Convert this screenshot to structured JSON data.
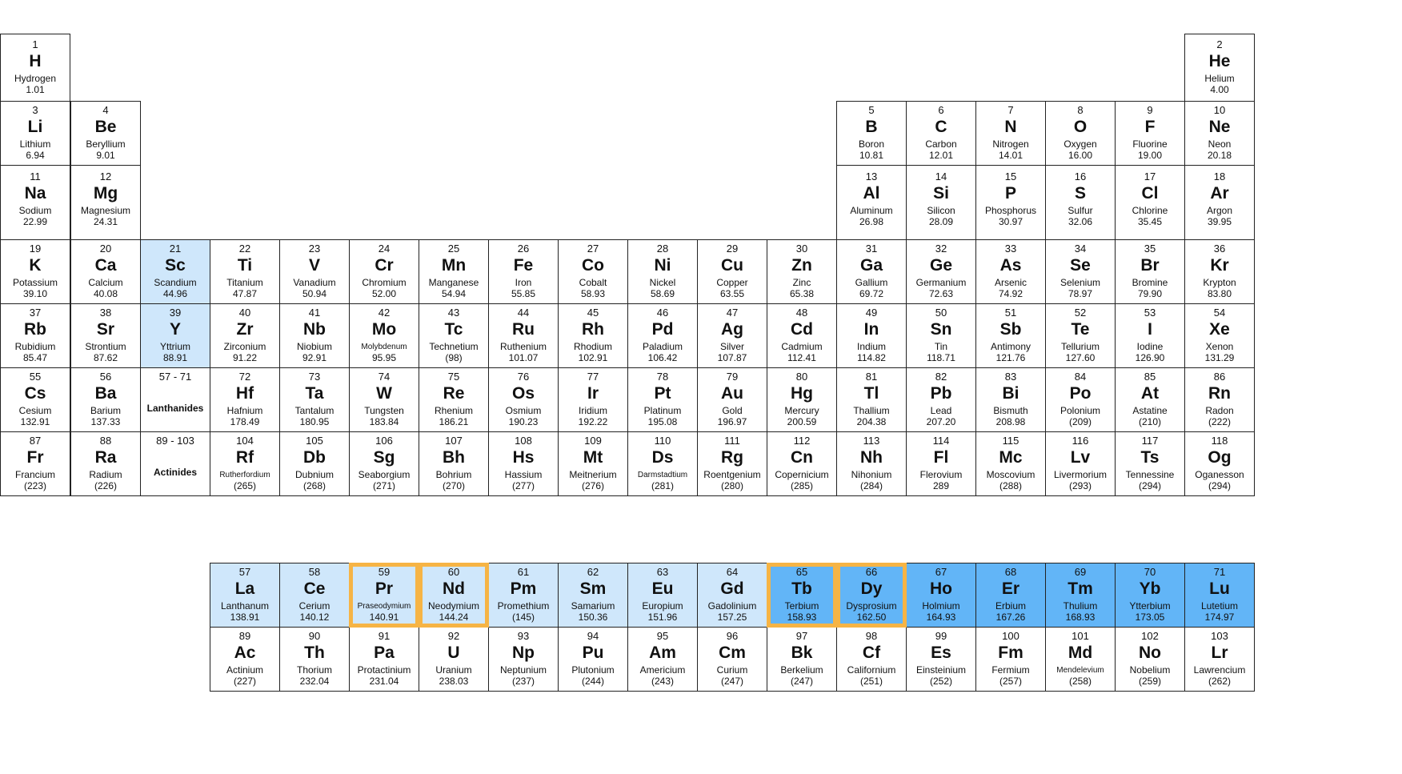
{
  "colors": {
    "light_blue": "#cfe7fb",
    "blue": "#62b5f7",
    "highlight_border": "#f6b445"
  },
  "elements": [
    {
      "n": "1",
      "s": "H",
      "name": "Hydrogen",
      "m": "1.01",
      "row": 1,
      "col": 1
    },
    {
      "n": "2",
      "s": "He",
      "name": "Helium",
      "m": "4.00",
      "row": 1,
      "col": 18
    },
    {
      "n": "3",
      "s": "Li",
      "name": "Lithium",
      "m": "6.94",
      "row": 2,
      "col": 1
    },
    {
      "n": "4",
      "s": "Be",
      "name": "Beryllium",
      "m": "9.01",
      "row": 2,
      "col": 2
    },
    {
      "n": "5",
      "s": "B",
      "name": "Boron",
      "m": "10.81",
      "row": 2,
      "col": 13
    },
    {
      "n": "6",
      "s": "C",
      "name": "Carbon",
      "m": "12.01",
      "row": 2,
      "col": 14
    },
    {
      "n": "7",
      "s": "N",
      "name": "Nitrogen",
      "m": "14.01",
      "row": 2,
      "col": 15
    },
    {
      "n": "8",
      "s": "O",
      "name": "Oxygen",
      "m": "16.00",
      "row": 2,
      "col": 16
    },
    {
      "n": "9",
      "s": "F",
      "name": "Fluorine",
      "m": "19.00",
      "row": 2,
      "col": 17
    },
    {
      "n": "10",
      "s": "Ne",
      "name": "Neon",
      "m": "20.18",
      "row": 2,
      "col": 18
    },
    {
      "n": "11",
      "s": "Na",
      "name": "Sodium",
      "m": "22.99",
      "row": 3,
      "col": 1
    },
    {
      "n": "12",
      "s": "Mg",
      "name": "Magnesium",
      "m": "24.31",
      "row": 3,
      "col": 2
    },
    {
      "n": "13",
      "s": "Al",
      "name": "Aluminum",
      "m": "26.98",
      "row": 3,
      "col": 13
    },
    {
      "n": "14",
      "s": "Si",
      "name": "Silicon",
      "m": "28.09",
      "row": 3,
      "col": 14
    },
    {
      "n": "15",
      "s": "P",
      "name": "Phosphorus",
      "m": "30.97",
      "row": 3,
      "col": 15
    },
    {
      "n": "16",
      "s": "S",
      "name": "Sulfur",
      "m": "32.06",
      "row": 3,
      "col": 16
    },
    {
      "n": "17",
      "s": "Cl",
      "name": "Chlorine",
      "m": "35.45",
      "row": 3,
      "col": 17
    },
    {
      "n": "18",
      "s": "Ar",
      "name": "Argon",
      "m": "39.95",
      "row": 3,
      "col": 18
    },
    {
      "n": "19",
      "s": "K",
      "name": "Potassium",
      "m": "39.10",
      "row": 4,
      "col": 1
    },
    {
      "n": "20",
      "s": "Ca",
      "name": "Calcium",
      "m": "40.08",
      "row": 4,
      "col": 2
    },
    {
      "n": "21",
      "s": "Sc",
      "name": "Scandium",
      "m": "44.96",
      "row": 4,
      "col": 3,
      "fill": "light"
    },
    {
      "n": "22",
      "s": "Ti",
      "name": "Titanium",
      "m": "47.87",
      "row": 4,
      "col": 4
    },
    {
      "n": "23",
      "s": "V",
      "name": "Vanadium",
      "m": "50.94",
      "row": 4,
      "col": 5
    },
    {
      "n": "24",
      "s": "Cr",
      "name": "Chromium",
      "m": "52.00",
      "row": 4,
      "col": 6
    },
    {
      "n": "25",
      "s": "Mn",
      "name": "Manganese",
      "m": "54.94",
      "row": 4,
      "col": 7
    },
    {
      "n": "26",
      "s": "Fe",
      "name": "Iron",
      "m": "55.85",
      "row": 4,
      "col": 8
    },
    {
      "n": "27",
      "s": "Co",
      "name": "Cobalt",
      "m": "58.93",
      "row": 4,
      "col": 9
    },
    {
      "n": "28",
      "s": "Ni",
      "name": "Nickel",
      "m": "58.69",
      "row": 4,
      "col": 10
    },
    {
      "n": "29",
      "s": "Cu",
      "name": "Copper",
      "m": "63.55",
      "row": 4,
      "col": 11
    },
    {
      "n": "30",
      "s": "Zn",
      "name": "Zinc",
      "m": "65.38",
      "row": 4,
      "col": 12
    },
    {
      "n": "31",
      "s": "Ga",
      "name": "Gallium",
      "m": "69.72",
      "row": 4,
      "col": 13
    },
    {
      "n": "32",
      "s": "Ge",
      "name": "Germanium",
      "m": "72.63",
      "row": 4,
      "col": 14
    },
    {
      "n": "33",
      "s": "As",
      "name": "Arsenic",
      "m": "74.92",
      "row": 4,
      "col": 15
    },
    {
      "n": "34",
      "s": "Se",
      "name": "Selenium",
      "m": "78.97",
      "row": 4,
      "col": 16
    },
    {
      "n": "35",
      "s": "Br",
      "name": "Bromine",
      "m": "79.90",
      "row": 4,
      "col": 17
    },
    {
      "n": "36",
      "s": "Kr",
      "name": "Krypton",
      "m": "83.80",
      "row": 4,
      "col": 18
    },
    {
      "n": "37",
      "s": "Rb",
      "name": "Rubidium",
      "m": "85.47",
      "row": 5,
      "col": 1
    },
    {
      "n": "38",
      "s": "Sr",
      "name": "Strontium",
      "m": "87.62",
      "row": 5,
      "col": 2
    },
    {
      "n": "39",
      "s": "Y",
      "name": "Yttrium",
      "m": "88.91",
      "row": 5,
      "col": 3,
      "fill": "light"
    },
    {
      "n": "40",
      "s": "Zr",
      "name": "Zirconium",
      "m": "91.22",
      "row": 5,
      "col": 4
    },
    {
      "n": "41",
      "s": "Nb",
      "name": "Niobium",
      "m": "92.91",
      "row": 5,
      "col": 5
    },
    {
      "n": "42",
      "s": "Mo",
      "name": "Molybdenum",
      "m": "95.95",
      "row": 5,
      "col": 6,
      "small": true
    },
    {
      "n": "43",
      "s": "Tc",
      "name": "Technetium",
      "m": "(98)",
      "row": 5,
      "col": 7
    },
    {
      "n": "44",
      "s": "Ru",
      "name": "Ruthenium",
      "m": "101.07",
      "row": 5,
      "col": 8
    },
    {
      "n": "45",
      "s": "Rh",
      "name": "Rhodium",
      "m": "102.91",
      "row": 5,
      "col": 9
    },
    {
      "n": "46",
      "s": "Pd",
      "name": "Paladium",
      "m": "106.42",
      "row": 5,
      "col": 10
    },
    {
      "n": "47",
      "s": "Ag",
      "name": "Silver",
      "m": "107.87",
      "row": 5,
      "col": 11
    },
    {
      "n": "48",
      "s": "Cd",
      "name": "Cadmium",
      "m": "112.41",
      "row": 5,
      "col": 12
    },
    {
      "n": "49",
      "s": "In",
      "name": "Indium",
      "m": "114.82",
      "row": 5,
      "col": 13
    },
    {
      "n": "50",
      "s": "Sn",
      "name": "Tin",
      "m": "118.71",
      "row": 5,
      "col": 14
    },
    {
      "n": "51",
      "s": "Sb",
      "name": "Antimony",
      "m": "121.76",
      "row": 5,
      "col": 15
    },
    {
      "n": "52",
      "s": "Te",
      "name": "Tellurium",
      "m": "127.60",
      "row": 5,
      "col": 16
    },
    {
      "n": "53",
      "s": "I",
      "name": "Iodine",
      "m": "126.90",
      "row": 5,
      "col": 17
    },
    {
      "n": "54",
      "s": "Xe",
      "name": "Xenon",
      "m": "131.29",
      "row": 5,
      "col": 18
    },
    {
      "n": "55",
      "s": "Cs",
      "name": "Cesium",
      "m": "132.91",
      "row": 6,
      "col": 1
    },
    {
      "n": "56",
      "s": "Ba",
      "name": "Barium",
      "m": "137.33",
      "row": 6,
      "col": 2
    },
    {
      "n": "72",
      "s": "Hf",
      "name": "Hafnium",
      "m": "178.49",
      "row": 6,
      "col": 4
    },
    {
      "n": "73",
      "s": "Ta",
      "name": "Tantalum",
      "m": "180.95",
      "row": 6,
      "col": 5
    },
    {
      "n": "74",
      "s": "W",
      "name": "Tungsten",
      "m": "183.84",
      "row": 6,
      "col": 6
    },
    {
      "n": "75",
      "s": "Re",
      "name": "Rhenium",
      "m": "186.21",
      "row": 6,
      "col": 7
    },
    {
      "n": "76",
      "s": "Os",
      "name": "Osmium",
      "m": "190.23",
      "row": 6,
      "col": 8
    },
    {
      "n": "77",
      "s": "Ir",
      "name": "Iridium",
      "m": "192.22",
      "row": 6,
      "col": 9
    },
    {
      "n": "78",
      "s": "Pt",
      "name": "Platinum",
      "m": "195.08",
      "row": 6,
      "col": 10
    },
    {
      "n": "79",
      "s": "Au",
      "name": "Gold",
      "m": "196.97",
      "row": 6,
      "col": 11
    },
    {
      "n": "80",
      "s": "Hg",
      "name": "Mercury",
      "m": "200.59",
      "row": 6,
      "col": 12
    },
    {
      "n": "81",
      "s": "Tl",
      "name": "Thallium",
      "m": "204.38",
      "row": 6,
      "col": 13
    },
    {
      "n": "82",
      "s": "Pb",
      "name": "Lead",
      "m": "207.20",
      "row": 6,
      "col": 14
    },
    {
      "n": "83",
      "s": "Bi",
      "name": "Bismuth",
      "m": "208.98",
      "row": 6,
      "col": 15
    },
    {
      "n": "84",
      "s": "Po",
      "name": "Polonium",
      "m": "(209)",
      "row": 6,
      "col": 16
    },
    {
      "n": "85",
      "s": "At",
      "name": "Astatine",
      "m": "(210)",
      "row": 6,
      "col": 17
    },
    {
      "n": "86",
      "s": "Rn",
      "name": "Radon",
      "m": "(222)",
      "row": 6,
      "col": 18
    },
    {
      "n": "87",
      "s": "Fr",
      "name": "Francium",
      "m": "(223)",
      "row": 7,
      "col": 1
    },
    {
      "n": "88",
      "s": "Ra",
      "name": "Radium",
      "m": "(226)",
      "row": 7,
      "col": 2
    },
    {
      "n": "104",
      "s": "Rf",
      "name": "Rutherfordium",
      "m": "(265)",
      "row": 7,
      "col": 4,
      "small": true
    },
    {
      "n": "105",
      "s": "Db",
      "name": "Dubnium",
      "m": "(268)",
      "row": 7,
      "col": 5
    },
    {
      "n": "106",
      "s": "Sg",
      "name": "Seaborgium",
      "m": "(271)",
      "row": 7,
      "col": 6
    },
    {
      "n": "107",
      "s": "Bh",
      "name": "Bohrium",
      "m": "(270)",
      "row": 7,
      "col": 7
    },
    {
      "n": "108",
      "s": "Hs",
      "name": "Hassium",
      "m": "(277)",
      "row": 7,
      "col": 8
    },
    {
      "n": "109",
      "s": "Mt",
      "name": "Meitnerium",
      "m": "(276)",
      "row": 7,
      "col": 9
    },
    {
      "n": "110",
      "s": "Ds",
      "name": "Darmstadtium",
      "m": "(281)",
      "row": 7,
      "col": 10,
      "small": true
    },
    {
      "n": "111",
      "s": "Rg",
      "name": "Roentgenium",
      "m": "(280)",
      "row": 7,
      "col": 11
    },
    {
      "n": "112",
      "s": "Cn",
      "name": "Copernicium",
      "m": "(285)",
      "row": 7,
      "col": 12
    },
    {
      "n": "113",
      "s": "Nh",
      "name": "Nihonium",
      "m": "(284)",
      "row": 7,
      "col": 13
    },
    {
      "n": "114",
      "s": "Fl",
      "name": "Flerovium",
      "m": "289",
      "row": 7,
      "col": 14
    },
    {
      "n": "115",
      "s": "Mc",
      "name": "Moscovium",
      "m": "(288)",
      "row": 7,
      "col": 15
    },
    {
      "n": "116",
      "s": "Lv",
      "name": "Livermorium",
      "m": "(293)",
      "row": 7,
      "col": 16
    },
    {
      "n": "117",
      "s": "Ts",
      "name": "Tennessine",
      "m": "(294)",
      "row": 7,
      "col": 17
    },
    {
      "n": "118",
      "s": "Og",
      "name": "Oganesson",
      "m": "(294)",
      "row": 7,
      "col": 18
    },
    {
      "n": "57",
      "s": "La",
      "name": "Lanthanum",
      "m": "138.91",
      "row": 8,
      "col": 4,
      "fill": "light"
    },
    {
      "n": "58",
      "s": "Ce",
      "name": "Cerium",
      "m": "140.12",
      "row": 8,
      "col": 5,
      "fill": "light"
    },
    {
      "n": "59",
      "s": "Pr",
      "name": "Praseodymium",
      "m": "140.91",
      "row": 8,
      "col": 6,
      "fill": "light",
      "highlight": true,
      "small": true
    },
    {
      "n": "60",
      "s": "Nd",
      "name": "Neodymium",
      "m": "144.24",
      "row": 8,
      "col": 7,
      "fill": "light",
      "highlight": true
    },
    {
      "n": "61",
      "s": "Pm",
      "name": "Promethium",
      "m": "(145)",
      "row": 8,
      "col": 8,
      "fill": "light"
    },
    {
      "n": "62",
      "s": "Sm",
      "name": "Samarium",
      "m": "150.36",
      "row": 8,
      "col": 9,
      "fill": "light"
    },
    {
      "n": "63",
      "s": "Eu",
      "name": "Europium",
      "m": "151.96",
      "row": 8,
      "col": 10,
      "fill": "light"
    },
    {
      "n": "64",
      "s": "Gd",
      "name": "Gadolinium",
      "m": "157.25",
      "row": 8,
      "col": 11,
      "fill": "light"
    },
    {
      "n": "65",
      "s": "Tb",
      "name": "Terbium",
      "m": "158.93",
      "row": 8,
      "col": 12,
      "fill": "dark",
      "highlight": true
    },
    {
      "n": "66",
      "s": "Dy",
      "name": "Dysprosium",
      "m": "162.50",
      "row": 8,
      "col": 13,
      "fill": "dark",
      "highlight": true
    },
    {
      "n": "67",
      "s": "Ho",
      "name": "Holmium",
      "m": "164.93",
      "row": 8,
      "col": 14,
      "fill": "dark"
    },
    {
      "n": "68",
      "s": "Er",
      "name": "Erbium",
      "m": "167.26",
      "row": 8,
      "col": 15,
      "fill": "dark"
    },
    {
      "n": "69",
      "s": "Tm",
      "name": "Thulium",
      "m": "168.93",
      "row": 8,
      "col": 16,
      "fill": "dark"
    },
    {
      "n": "70",
      "s": "Yb",
      "name": "Ytterbium",
      "m": "173.05",
      "row": 8,
      "col": 17,
      "fill": "dark"
    },
    {
      "n": "71",
      "s": "Lu",
      "name": "Lutetium",
      "m": "174.97",
      "row": 8,
      "col": 18,
      "fill": "dark"
    },
    {
      "n": "89",
      "s": "Ac",
      "name": "Actinium",
      "m": "(227)",
      "row": 9,
      "col": 4
    },
    {
      "n": "90",
      "s": "Th",
      "name": "Thorium",
      "m": "232.04",
      "row": 9,
      "col": 5
    },
    {
      "n": "91",
      "s": "Pa",
      "name": "Protactinium",
      "m": "231.04",
      "row": 9,
      "col": 6
    },
    {
      "n": "92",
      "s": "U",
      "name": "Uranium",
      "m": "238.03",
      "row": 9,
      "col": 7
    },
    {
      "n": "93",
      "s": "Np",
      "name": "Neptunium",
      "m": "(237)",
      "row": 9,
      "col": 8
    },
    {
      "n": "94",
      "s": "Pu",
      "name": "Plutonium",
      "m": "(244)",
      "row": 9,
      "col": 9
    },
    {
      "n": "95",
      "s": "Am",
      "name": "Americium",
      "m": "(243)",
      "row": 9,
      "col": 10
    },
    {
      "n": "96",
      "s": "Cm",
      "name": "Curium",
      "m": "(247)",
      "row": 9,
      "col": 11
    },
    {
      "n": "97",
      "s": "Bk",
      "name": "Berkelium",
      "m": "(247)",
      "row": 9,
      "col": 12
    },
    {
      "n": "98",
      "s": "Cf",
      "name": "Californium",
      "m": "(251)",
      "row": 9,
      "col": 13
    },
    {
      "n": "99",
      "s": "Es",
      "name": "Einsteinium",
      "m": "(252)",
      "row": 9,
      "col": 14
    },
    {
      "n": "100",
      "s": "Fm",
      "name": "Fermium",
      "m": "(257)",
      "row": 9,
      "col": 15
    },
    {
      "n": "101",
      "s": "Md",
      "name": "Mendelevium",
      "m": "(258)",
      "row": 9,
      "col": 16,
      "small": true
    },
    {
      "n": "102",
      "s": "No",
      "name": "Nobelium",
      "m": "(259)",
      "row": 9,
      "col": 17
    },
    {
      "n": "103",
      "s": "Lr",
      "name": "Lawrencium",
      "m": "(262)",
      "row": 9,
      "col": 18
    }
  ],
  "placeholders": [
    {
      "range": "57 - 71",
      "label": "Lanthanides",
      "row": 6,
      "col": 3
    },
    {
      "range": "89 - 103",
      "label": "Actinides",
      "row": 7,
      "col": 3
    }
  ]
}
